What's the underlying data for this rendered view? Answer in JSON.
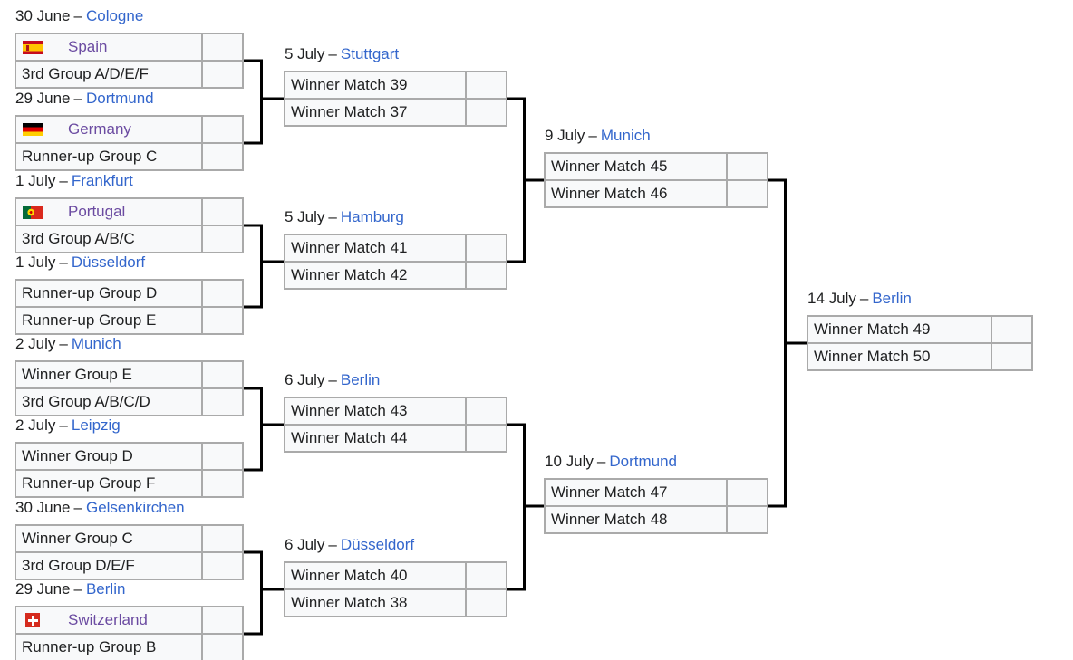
{
  "separator": "–",
  "colors": {
    "link_blue": "#3366cc",
    "visited_team_purple": "#6b4ba1",
    "cell_background": "#f8f9fa",
    "cell_border": "#aaaaaa",
    "connector_line": "#000000",
    "text": "#202122"
  },
  "rounds": {
    "r16": {
      "matches": [
        {
          "date": "30 June",
          "city": "Cologne",
          "teams": [
            {
              "label": "Spain",
              "flag": "spain-flag"
            },
            {
              "label": "3rd Group A/D/E/F"
            }
          ],
          "scores": [
            "",
            ""
          ]
        },
        {
          "date": "29 June",
          "city": "Dortmund",
          "teams": [
            {
              "label": "Germany",
              "flag": "germany-flag"
            },
            {
              "label": "Runner-up Group C"
            }
          ],
          "scores": [
            "",
            ""
          ]
        },
        {
          "date": "1 July",
          "city": "Frankfurt",
          "teams": [
            {
              "label": "Portugal",
              "flag": "portugal-flag"
            },
            {
              "label": "3rd Group A/B/C"
            }
          ],
          "scores": [
            "",
            ""
          ]
        },
        {
          "date": "1 July",
          "city": "Düsseldorf",
          "teams": [
            {
              "label": "Runner-up Group D"
            },
            {
              "label": "Runner-up Group E"
            }
          ],
          "scores": [
            "",
            ""
          ]
        },
        {
          "date": "2 July",
          "city": "Munich",
          "teams": [
            {
              "label": "Winner Group E"
            },
            {
              "label": "3rd Group A/B/C/D"
            }
          ],
          "scores": [
            "",
            ""
          ]
        },
        {
          "date": "2 July",
          "city": "Leipzig",
          "teams": [
            {
              "label": "Winner Group D"
            },
            {
              "label": "Runner-up Group F"
            }
          ],
          "scores": [
            "",
            ""
          ]
        },
        {
          "date": "30 June",
          "city": "Gelsenkirchen",
          "teams": [
            {
              "label": "Winner Group C"
            },
            {
              "label": "3rd Group D/E/F"
            }
          ],
          "scores": [
            "",
            ""
          ]
        },
        {
          "date": "29 June",
          "city": "Berlin",
          "teams": [
            {
              "label": "Switzerland",
              "flag": "switzerland-flag"
            },
            {
              "label": "Runner-up Group B"
            }
          ],
          "scores": [
            "",
            ""
          ]
        }
      ]
    },
    "qf": {
      "matches": [
        {
          "date": "5 July",
          "city": "Stuttgart",
          "teams": [
            {
              "label": "Winner Match 39"
            },
            {
              "label": "Winner Match 37"
            }
          ],
          "scores": [
            "",
            ""
          ]
        },
        {
          "date": "5 July",
          "city": "Hamburg",
          "teams": [
            {
              "label": "Winner Match 41"
            },
            {
              "label": "Winner Match 42"
            }
          ],
          "scores": [
            "",
            ""
          ]
        },
        {
          "date": "6 July",
          "city": "Berlin",
          "teams": [
            {
              "label": "Winner Match 43"
            },
            {
              "label": "Winner Match 44"
            }
          ],
          "scores": [
            "",
            ""
          ]
        },
        {
          "date": "6 July",
          "city": "Düsseldorf",
          "teams": [
            {
              "label": "Winner Match 40"
            },
            {
              "label": "Winner Match 38"
            }
          ],
          "scores": [
            "",
            ""
          ]
        }
      ]
    },
    "sf": {
      "matches": [
        {
          "date": "9 July",
          "city": "Munich",
          "teams": [
            {
              "label": "Winner Match 45"
            },
            {
              "label": "Winner Match 46"
            }
          ],
          "scores": [
            "",
            ""
          ]
        },
        {
          "date": "10 July",
          "city": "Dortmund",
          "teams": [
            {
              "label": "Winner Match 47"
            },
            {
              "label": "Winner Match 48"
            }
          ],
          "scores": [
            "",
            ""
          ]
        }
      ]
    },
    "final": {
      "matches": [
        {
          "date": "14 July",
          "city": "Berlin",
          "teams": [
            {
              "label": "Winner Match 49"
            },
            {
              "label": "Winner Match 50"
            }
          ],
          "scores": [
            "",
            ""
          ]
        }
      ]
    }
  }
}
